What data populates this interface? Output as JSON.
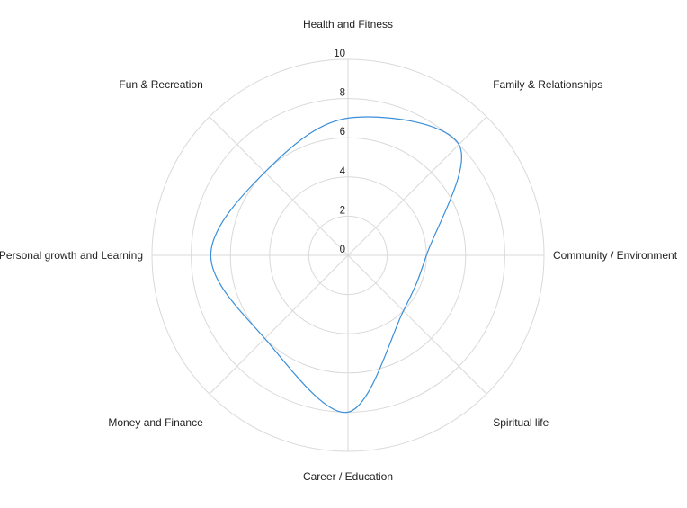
{
  "chart_data": {
    "type": "radar",
    "title": "",
    "categories": [
      "Health and Fitness",
      "Family & Relationships",
      "Community / Environment",
      "Spiritual life",
      "Career / Education",
      "Money and Finance",
      "Personal growth and Learning",
      "Fun & Recreation"
    ],
    "series": [
      {
        "values": [
          7,
          8,
          4,
          4,
          8,
          6,
          7,
          6
        ],
        "color": "#3a8fd9"
      }
    ],
    "ticks": [
      "0",
      "2",
      "4",
      "6",
      "8",
      "10"
    ],
    "rlim": [
      0,
      10
    ],
    "grid": true,
    "legend": "none",
    "colors": {
      "grid": "#d9d9d9",
      "text": "#222222"
    }
  }
}
